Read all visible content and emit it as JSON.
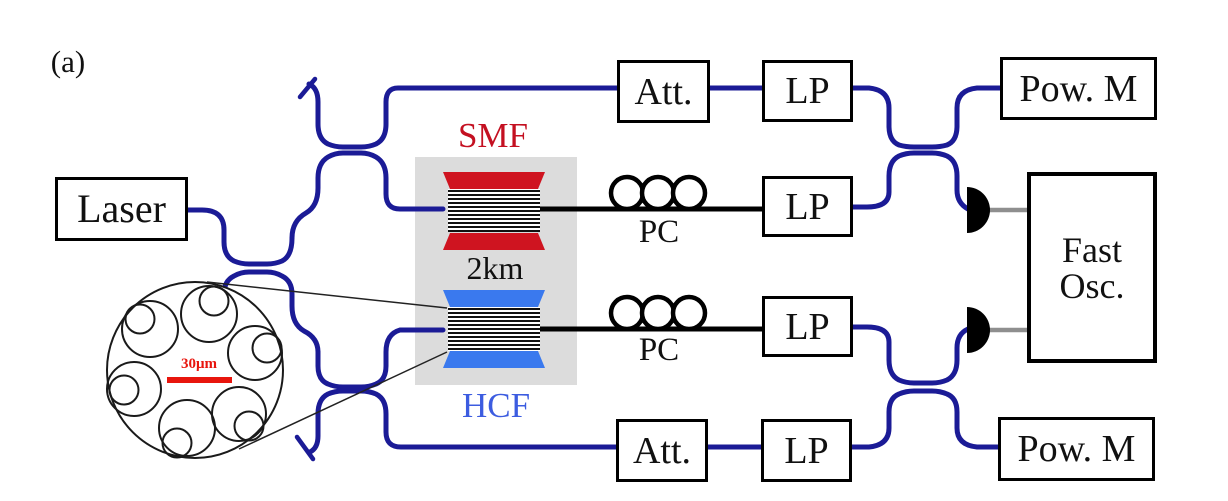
{
  "figure_label": "(a)",
  "colors": {
    "fiber_blue": "#1b1b96",
    "fiber_black": "#000000",
    "detector_cable_gray": "#8f8f8f",
    "spool_background_gray": "#dcdcdc",
    "smf_flange_red": "#cf1420",
    "smf_text_red": "#c41021",
    "hcf_flange_blue": "#3a79ee",
    "hcf_text_blue": "#3c5ce0",
    "scale_bar_red": "#e8150d"
  },
  "components": {
    "laser": "Laser",
    "smf_label": "SMF",
    "spool_length": "2km",
    "hcf_label": "HCF",
    "pc_top": "PC",
    "pc_bottom": "PC",
    "att_top": "Att.",
    "att_bottom": "Att.",
    "lp_top": "LP",
    "lp_smf": "LP",
    "lp_hcf": "LP",
    "lp_bottom": "LP",
    "power_meter_top": "Pow. M",
    "power_meter_bottom": "Pow. M",
    "fast_osc_line1": "Fast",
    "fast_osc_line2": "Osc.",
    "scale_bar": "30μm"
  }
}
